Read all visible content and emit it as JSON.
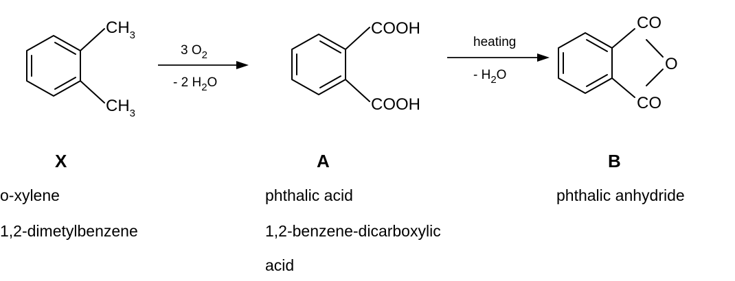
{
  "compounds": {
    "X": {
      "letter": "X",
      "name": "o-xylene",
      "iupac": "1,2-dimetylbenzene",
      "groups": {
        "top": "CH",
        "top_sub": "3",
        "bottom": "CH",
        "bottom_sub": "3"
      }
    },
    "A": {
      "letter": "A",
      "name": "phthalic acid",
      "iupac_line1": "1,2-benzene-dicarboxylic",
      "iupac_line2": "acid",
      "groups": {
        "top": "COOH",
        "bottom": "COOH"
      }
    },
    "B": {
      "letter": "B",
      "name": "phthalic anhydride",
      "groups": {
        "top": "CO",
        "bottom": "CO",
        "bridge": "O"
      }
    }
  },
  "reactions": {
    "step1": {
      "above": "3 O",
      "above_sub": "2",
      "below_pre": "- 2 H",
      "below_sub": "2",
      "below_post": "O"
    },
    "step2": {
      "above": "heating",
      "below_pre": "- H",
      "below_sub": "2",
      "below_post": "O"
    }
  }
}
